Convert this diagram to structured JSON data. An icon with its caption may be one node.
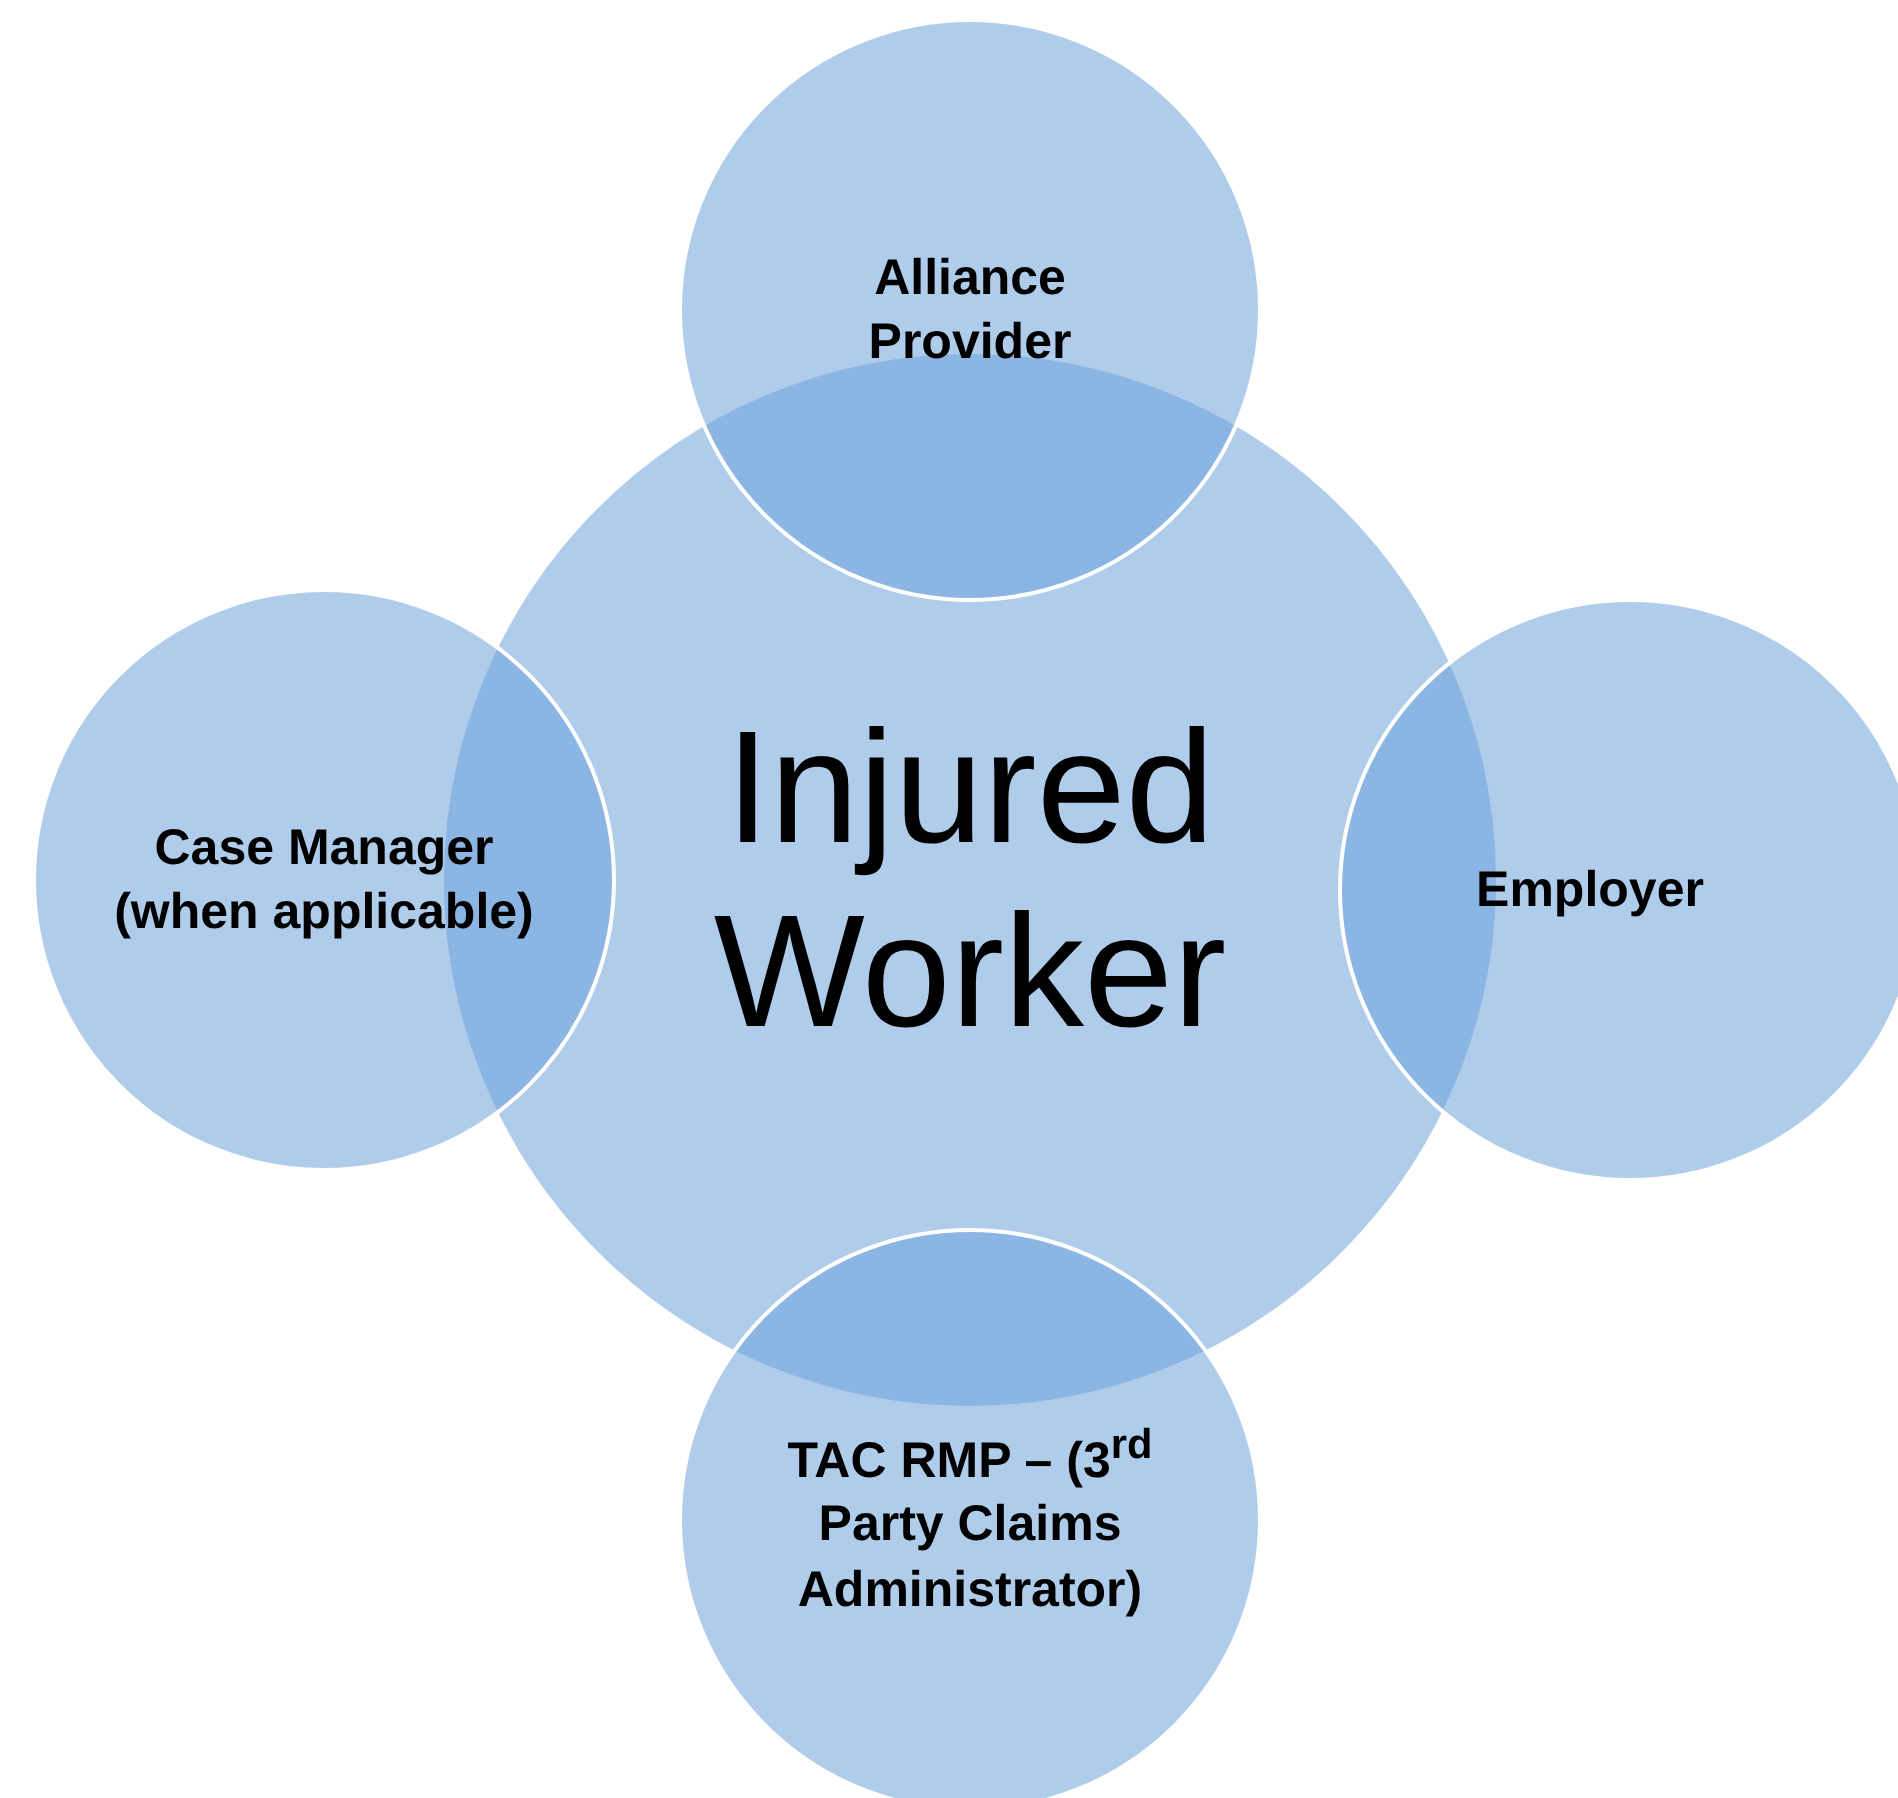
{
  "diagram": {
    "nodes": [
      {
        "text": [
          "Injured Worker"
        ]
      },
      {
        "text": [
          "Alliance Provider"
        ]
      },
      {
        "text": [
          "Case Manager (when applicable)"
        ]
      },
      {
        "text": [
          "Employer"
        ]
      },
      {
        "text": [
          "TAC RMP – (3$^{rd}$ Party Claims Administrator)"
        ]
      }
    ]
  }
}
